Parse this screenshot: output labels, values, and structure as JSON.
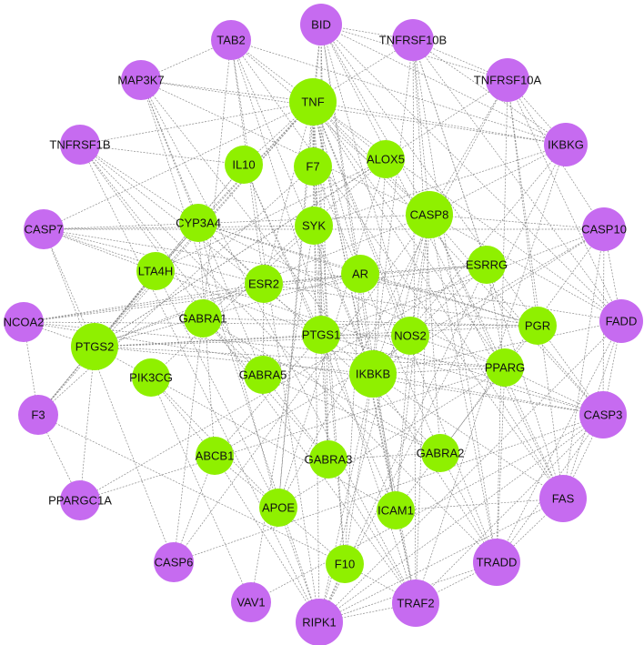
{
  "colors": {
    "outer": "#c66bf0",
    "inner": "#8ff000",
    "edge": "#8a8a8a",
    "label": "#111111"
  },
  "nodes": [
    {
      "id": "TNF",
      "group": "inner"
    },
    {
      "id": "IL10",
      "group": "inner"
    },
    {
      "id": "F7",
      "group": "inner"
    },
    {
      "id": "ALOX5",
      "group": "inner"
    },
    {
      "id": "CYP3A4",
      "group": "inner"
    },
    {
      "id": "SYK",
      "group": "inner"
    },
    {
      "id": "CASP8",
      "group": "inner"
    },
    {
      "id": "LTA4H",
      "group": "inner"
    },
    {
      "id": "AR",
      "group": "inner"
    },
    {
      "id": "ESR2",
      "group": "inner"
    },
    {
      "id": "ESRRG",
      "group": "inner"
    },
    {
      "id": "PTGS2",
      "group": "inner"
    },
    {
      "id": "GABRA1",
      "group": "inner"
    },
    {
      "id": "PTGS1",
      "group": "inner"
    },
    {
      "id": "NOS2",
      "group": "inner"
    },
    {
      "id": "PGR",
      "group": "inner"
    },
    {
      "id": "PIK3CG",
      "group": "inner"
    },
    {
      "id": "GABRA5",
      "group": "inner"
    },
    {
      "id": "IKBKB",
      "group": "inner"
    },
    {
      "id": "PPARG",
      "group": "inner"
    },
    {
      "id": "ABCB1",
      "group": "inner"
    },
    {
      "id": "GABRA3",
      "group": "inner"
    },
    {
      "id": "GABRA2",
      "group": "inner"
    },
    {
      "id": "APOE",
      "group": "inner"
    },
    {
      "id": "ICAM1",
      "group": "inner"
    },
    {
      "id": "F10",
      "group": "inner"
    },
    {
      "id": "BID",
      "group": "outer"
    },
    {
      "id": "TAB2",
      "group": "outer"
    },
    {
      "id": "TNFRSF10B",
      "group": "outer"
    },
    {
      "id": "MAP3K7",
      "group": "outer"
    },
    {
      "id": "TNFRSF10A",
      "group": "outer"
    },
    {
      "id": "IKBKG",
      "group": "outer"
    },
    {
      "id": "TNFRSF1B",
      "group": "outer"
    },
    {
      "id": "CASP7",
      "group": "outer"
    },
    {
      "id": "CASP10",
      "group": "outer"
    },
    {
      "id": "NCOA2",
      "group": "outer"
    },
    {
      "id": "FADD",
      "group": "outer"
    },
    {
      "id": "F3",
      "group": "outer"
    },
    {
      "id": "CASP3",
      "group": "outer"
    },
    {
      "id": "PPARGC1A",
      "group": "outer"
    },
    {
      "id": "FAS",
      "group": "outer"
    },
    {
      "id": "CASP6",
      "group": "outer"
    },
    {
      "id": "TRADD",
      "group": "outer"
    },
    {
      "id": "VAV1",
      "group": "outer"
    },
    {
      "id": "RIPK1",
      "group": "outer"
    },
    {
      "id": "TRAF2",
      "group": "outer"
    }
  ],
  "edges": [
    [
      "TNF",
      "IL10"
    ],
    [
      "TNF",
      "F7"
    ],
    [
      "TNF",
      "ALOX5"
    ],
    [
      "TNF",
      "CASP8"
    ],
    [
      "TNF",
      "SYK"
    ],
    [
      "TNF",
      "CYP3A4"
    ],
    [
      "TNF",
      "LTA4H"
    ],
    [
      "TNF",
      "AR"
    ],
    [
      "TNF",
      "ESR2"
    ],
    [
      "TNF",
      "PTGS2"
    ],
    [
      "TNF",
      "PTGS1"
    ],
    [
      "TNF",
      "NOS2"
    ],
    [
      "TNF",
      "PPARG"
    ],
    [
      "TNF",
      "IKBKB"
    ],
    [
      "TNF",
      "ICAM1"
    ],
    [
      "TNF",
      "APOE"
    ],
    [
      "TNF",
      "GABRA3"
    ],
    [
      "TNF",
      "F10"
    ],
    [
      "TNF",
      "BID"
    ],
    [
      "TNF",
      "TAB2"
    ],
    [
      "TNF",
      "MAP3K7"
    ],
    [
      "TNF",
      "TNFRSF10B"
    ],
    [
      "TNF",
      "TNFRSF1B"
    ],
    [
      "TNF",
      "IKBKG"
    ],
    [
      "TNF",
      "CASP3"
    ],
    [
      "TNF",
      "FAS"
    ],
    [
      "TNF",
      "TRADD"
    ],
    [
      "TNF",
      "RIPK1"
    ],
    [
      "TNF",
      "TRAF2"
    ],
    [
      "TNF",
      "F3"
    ],
    [
      "TNF",
      "CASP7"
    ],
    [
      "TNF",
      "FADD"
    ],
    [
      "CASP8",
      "BID"
    ],
    [
      "CASP8",
      "TNFRSF10B"
    ],
    [
      "CASP8",
      "TNFRSF10A"
    ],
    [
      "CASP8",
      "CASP10"
    ],
    [
      "CASP8",
      "FADD"
    ],
    [
      "CASP8",
      "CASP3"
    ],
    [
      "CASP8",
      "FAS"
    ],
    [
      "CASP8",
      "TRADD"
    ],
    [
      "CASP8",
      "RIPK1"
    ],
    [
      "CASP8",
      "TRAF2"
    ],
    [
      "CASP8",
      "IKBKG"
    ],
    [
      "CASP8",
      "CASP7"
    ],
    [
      "CASP8",
      "CASP6"
    ],
    [
      "CASP8",
      "IKBKB"
    ],
    [
      "CASP8",
      "ICAM1"
    ],
    [
      "CASP8",
      "PTGS2"
    ],
    [
      "CASP8",
      "MAP3K7"
    ],
    [
      "CASP8",
      "TAB2"
    ],
    [
      "CASP8",
      "PPARG"
    ],
    [
      "CASP8",
      "NOS2"
    ],
    [
      "IKBKB",
      "IKBKG"
    ],
    [
      "IKBKB",
      "TAB2"
    ],
    [
      "IKBKB",
      "MAP3K7"
    ],
    [
      "IKBKB",
      "RIPK1"
    ],
    [
      "IKBKB",
      "TRAF2"
    ],
    [
      "IKBKB",
      "TRADD"
    ],
    [
      "IKBKB",
      "FADD"
    ],
    [
      "IKBKB",
      "PTGS2"
    ],
    [
      "IKBKB",
      "NOS2"
    ],
    [
      "IKBKB",
      "ICAM1"
    ],
    [
      "IKBKB",
      "CASP3"
    ],
    [
      "IKBKB",
      "FAS"
    ],
    [
      "IKBKB",
      "BID"
    ],
    [
      "IKBKB",
      "SYK"
    ],
    [
      "IKBKB",
      "ALOX5"
    ],
    [
      "IKBKB",
      "PPARG"
    ],
    [
      "IKBKB",
      "TNFRSF1B"
    ],
    [
      "IKBKB",
      "F10"
    ],
    [
      "IKBKB",
      "CASP10"
    ],
    [
      "PTGS2",
      "PTGS1"
    ],
    [
      "PTGS2",
      "ALOX5"
    ],
    [
      "PTGS2",
      "CYP3A4"
    ],
    [
      "PTGS2",
      "PPARG"
    ],
    [
      "PTGS2",
      "NOS2"
    ],
    [
      "PTGS2",
      "ESR2"
    ],
    [
      "PTGS2",
      "AR"
    ],
    [
      "PTGS2",
      "F3"
    ],
    [
      "PTGS2",
      "NCOA2"
    ],
    [
      "PTGS2",
      "IL10"
    ],
    [
      "PTGS2",
      "PGR"
    ],
    [
      "PTGS2",
      "LTA4H"
    ],
    [
      "PTGS2",
      "TNFRSF10A"
    ],
    [
      "PTGS2",
      "CASP7"
    ],
    [
      "PTGS2",
      "PPARGC1A"
    ],
    [
      "PTGS2",
      "ICAM1"
    ],
    [
      "CASP3",
      "CASP7"
    ],
    [
      "CASP3",
      "CASP6"
    ],
    [
      "CASP3",
      "BID"
    ],
    [
      "CASP3",
      "FAS"
    ],
    [
      "CASP3",
      "FADD"
    ],
    [
      "CASP3",
      "CASP10"
    ],
    [
      "CASP3",
      "TRADD"
    ],
    [
      "CASP3",
      "RIPK1"
    ],
    [
      "CASP3",
      "TRAF2"
    ],
    [
      "CASP3",
      "CYP3A4"
    ],
    [
      "CASP3",
      "NCOA2"
    ],
    [
      "CASP3",
      "VAV1"
    ],
    [
      "FAS",
      "FADD"
    ],
    [
      "FAS",
      "TRADD"
    ],
    [
      "FAS",
      "RIPK1"
    ],
    [
      "FAS",
      "TNFRSF10B"
    ],
    [
      "FAS",
      "TNFRSF10A"
    ],
    [
      "FAS",
      "CASP10"
    ],
    [
      "FAS",
      "BID"
    ],
    [
      "FAS",
      "ICAM1"
    ],
    [
      "FAS",
      "TAB2"
    ],
    [
      "FADD",
      "TRADD"
    ],
    [
      "FADD",
      "RIPK1"
    ],
    [
      "FADD",
      "TNFRSF10B"
    ],
    [
      "FADD",
      "TNFRSF10A"
    ],
    [
      "FADD",
      "CASP10"
    ],
    [
      "FADD",
      "BID"
    ],
    [
      "FADD",
      "CASP7"
    ],
    [
      "TRADD",
      "RIPK1"
    ],
    [
      "TRADD",
      "TRAF2"
    ],
    [
      "TRADD",
      "TNFRSF10A"
    ],
    [
      "TRADD",
      "TNFRSF1B"
    ],
    [
      "TRADD",
      "TNFRSF10B"
    ],
    [
      "TRADD",
      "PPARG"
    ],
    [
      "TRADD",
      "GABRA2"
    ],
    [
      "RIPK1",
      "TRAF2"
    ],
    [
      "RIPK1",
      "IKBKG"
    ],
    [
      "RIPK1",
      "TNFRSF1B"
    ],
    [
      "RIPK1",
      "MAP3K7"
    ],
    [
      "RIPK1",
      "TAB2"
    ],
    [
      "RIPK1",
      "F10"
    ],
    [
      "RIPK1",
      "APOE"
    ],
    [
      "RIPK1",
      "ABCB1"
    ],
    [
      "RIPK1",
      "ESRRG"
    ],
    [
      "TRAF2",
      "TNFRSF1B"
    ],
    [
      "TRAF2",
      "MAP3K7"
    ],
    [
      "TRAF2",
      "TAB2"
    ],
    [
      "TRAF2",
      "IKBKG"
    ],
    [
      "TRAF2",
      "TNFRSF10B"
    ],
    [
      "TRAF2",
      "F10"
    ],
    [
      "TRAF2",
      "ICAM1"
    ],
    [
      "TRAF2",
      "GABRA3"
    ],
    [
      "IKBKG",
      "MAP3K7"
    ],
    [
      "IKBKG",
      "TAB2"
    ],
    [
      "IKBKG",
      "TNFRSF10A"
    ],
    [
      "IKBKG",
      "TNFRSF10B"
    ],
    [
      "IKBKG",
      "BID"
    ],
    [
      "IKBKG",
      "SYK"
    ],
    [
      "MAP3K7",
      "TAB2"
    ],
    [
      "MAP3K7",
      "CYP3A4"
    ],
    [
      "MAP3K7",
      "GABRA5"
    ],
    [
      "TAB2",
      "GABRA1"
    ],
    [
      "TAB2",
      "ESR2"
    ],
    [
      "BID",
      "TNFRSF10B"
    ],
    [
      "BID",
      "TNFRSF10A"
    ],
    [
      "BID",
      "GABRA3"
    ],
    [
      "BID",
      "APOE"
    ],
    [
      "BID",
      "PTGS1"
    ],
    [
      "BID",
      "AR"
    ],
    [
      "BID",
      "NOS2"
    ],
    [
      "TNFRSF10B",
      "TNFRSF10A"
    ],
    [
      "TNFRSF10B",
      "GABRA2"
    ],
    [
      "TNFRSF10B",
      "ESRRG"
    ],
    [
      "TNFRSF10B",
      "IKBKB"
    ],
    [
      "TNFRSF10A",
      "CASP10"
    ],
    [
      "TNFRSF10A",
      "PGR"
    ],
    [
      "TNFRSF10A",
      "APOE"
    ],
    [
      "CASP10",
      "PTGS1"
    ],
    [
      "CASP10",
      "CASP7"
    ],
    [
      "CASP10",
      "ABCB1"
    ],
    [
      "CASP10",
      "GABRA2"
    ],
    [
      "CASP7",
      "LTA4H"
    ],
    [
      "CASP7",
      "ESR2"
    ],
    [
      "CASP7",
      "SYK"
    ],
    [
      "CASP7",
      "CASP6"
    ],
    [
      "TNFRSF1B",
      "IL10"
    ],
    [
      "TNFRSF1B",
      "CYP3A4"
    ],
    [
      "TNFRSF1B",
      "GABRA5"
    ],
    [
      "F3",
      "F7"
    ],
    [
      "F3",
      "F10"
    ],
    [
      "F3",
      "IL10"
    ],
    [
      "F3",
      "PPARGC1A"
    ],
    [
      "F3",
      "CYP3A4"
    ],
    [
      "NCOA2",
      "AR"
    ],
    [
      "NCOA2",
      "ESR2"
    ],
    [
      "NCOA2",
      "PGR"
    ],
    [
      "NCOA2",
      "ESRRG"
    ],
    [
      "NCOA2",
      "PPARG"
    ],
    [
      "NCOA2",
      "F3"
    ],
    [
      "CASP6",
      "ABCB1"
    ],
    [
      "CASP6",
      "GABRA1"
    ],
    [
      "VAV1",
      "SYK"
    ],
    [
      "VAV1",
      "PIK3CG"
    ],
    [
      "PPARGC1A",
      "PPARG"
    ],
    [
      "PPARGC1A",
      "ESRRG"
    ],
    [
      "F7",
      "F10"
    ],
    [
      "F7",
      "GABRA2"
    ],
    [
      "SYK",
      "PIK3CG"
    ],
    [
      "SYK",
      "GABRA3"
    ],
    [
      "CYP3A4",
      "ABCB1"
    ],
    [
      "CYP3A4",
      "ESR2"
    ],
    [
      "CYP3A4",
      "AR"
    ],
    [
      "CYP3A4",
      "PGR"
    ],
    [
      "CYP3A4",
      "GABRA2"
    ],
    [
      "CYP3A4",
      "APOE"
    ],
    [
      "ESR2",
      "AR"
    ],
    [
      "ESR2",
      "PGR"
    ],
    [
      "ESR2",
      "ESRRG"
    ],
    [
      "ESR2",
      "GABRA5"
    ],
    [
      "AR",
      "PGR"
    ],
    [
      "AR",
      "ESRRG"
    ],
    [
      "AR",
      "ICAM1"
    ],
    [
      "AR",
      "F10"
    ],
    [
      "ALOX5",
      "LTA4H"
    ],
    [
      "ALOX5",
      "APOE"
    ],
    [
      "ALOX5",
      "GABRA1"
    ],
    [
      "GABRA1",
      "GABRA5"
    ],
    [
      "GABRA1",
      "GABRA3"
    ],
    [
      "GABRA1",
      "GABRA2"
    ],
    [
      "GABRA1",
      "PGR"
    ],
    [
      "GABRA5",
      "GABRA3"
    ],
    [
      "GABRA5",
      "GABRA2"
    ],
    [
      "GABRA3",
      "GABRA2"
    ],
    [
      "LTA4H",
      "PTGS1"
    ],
    [
      "LTA4H",
      "APOE"
    ],
    [
      "PTGS1",
      "NOS2"
    ],
    [
      "PTGS1",
      "ABCB1"
    ],
    [
      "PTGS1",
      "CASP3"
    ],
    [
      "NOS2",
      "ICAM1"
    ],
    [
      "NOS2",
      "PPARG"
    ],
    [
      "NOS2",
      "ESRRG"
    ],
    [
      "PPARG",
      "APOE"
    ],
    [
      "PPARG",
      "ICAM1"
    ],
    [
      "PPARG",
      "PGR"
    ],
    [
      "PPARG",
      "ESRRG"
    ],
    [
      "IL10",
      "ICAM1"
    ],
    [
      "IL10",
      "PTGS1"
    ],
    [
      "APOE",
      "F10"
    ],
    [
      "APOE",
      "ABCB1"
    ],
    [
      "PIK3CG",
      "ABCB1"
    ],
    [
      "PIK3CG",
      "APOE"
    ]
  ]
}
